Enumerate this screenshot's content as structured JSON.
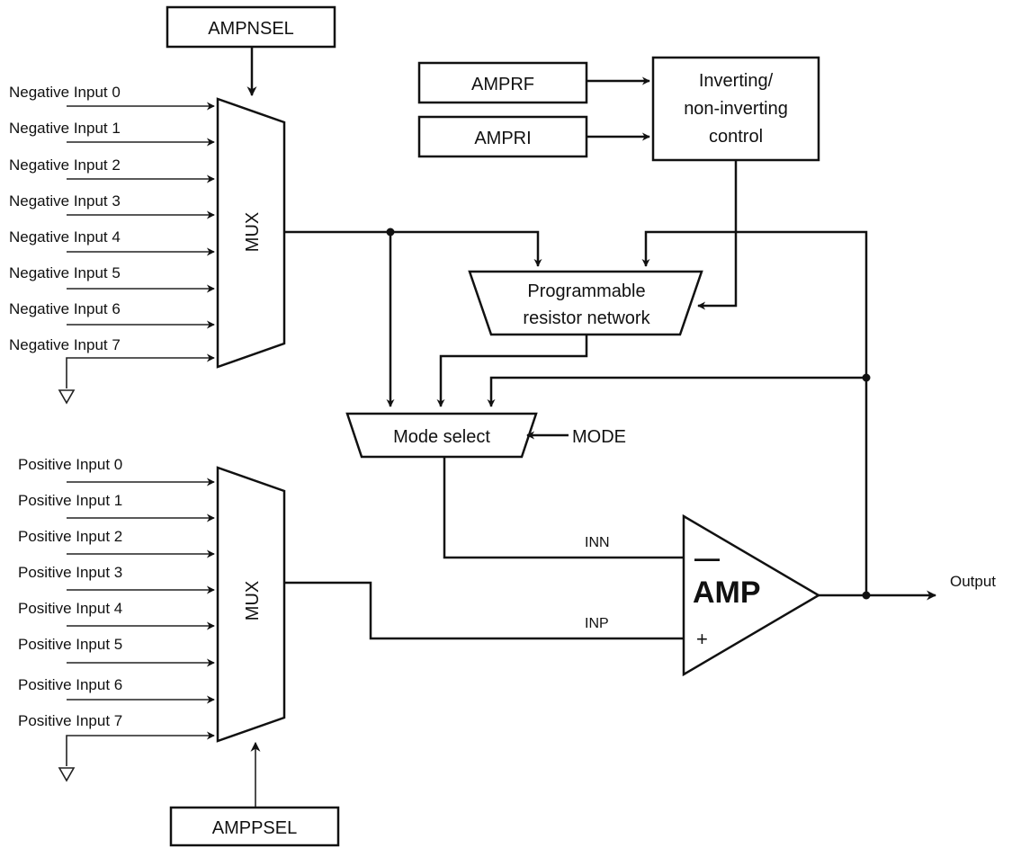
{
  "registers": {
    "ampnsel": "AMPNSEL",
    "ampppsel": "AMPPSEL",
    "amprf": "AMPRF",
    "ampri": "AMPRI"
  },
  "blocks": {
    "inverting_control": [
      "Inverting/",
      "non-inverting",
      "control"
    ],
    "resistor_network": [
      "Programmable",
      "resistor network"
    ],
    "mode_select": "Mode select",
    "mode_input": "MODE",
    "mux_negative": "MUX",
    "mux_positive": "MUX",
    "amp": "AMP",
    "amp_minus": "—",
    "amp_plus": "+"
  },
  "signals": {
    "inn": "INN",
    "inp": "INP",
    "output": "Output"
  },
  "negative_inputs": [
    "Negative Input 0",
    "Negative Input 1",
    "Negative Input 2",
    "Negative Input 3",
    "Negative Input 4",
    "Negative Input 5",
    "Negative Input 6",
    "Negative Input 7"
  ],
  "positive_inputs": [
    "Positive Input 0",
    "Positive Input 1",
    "Positive Input 2",
    "Positive Input 3",
    "Positive Input 4",
    "Positive Input 5",
    "Positive Input 6",
    "Positive Input 7"
  ]
}
